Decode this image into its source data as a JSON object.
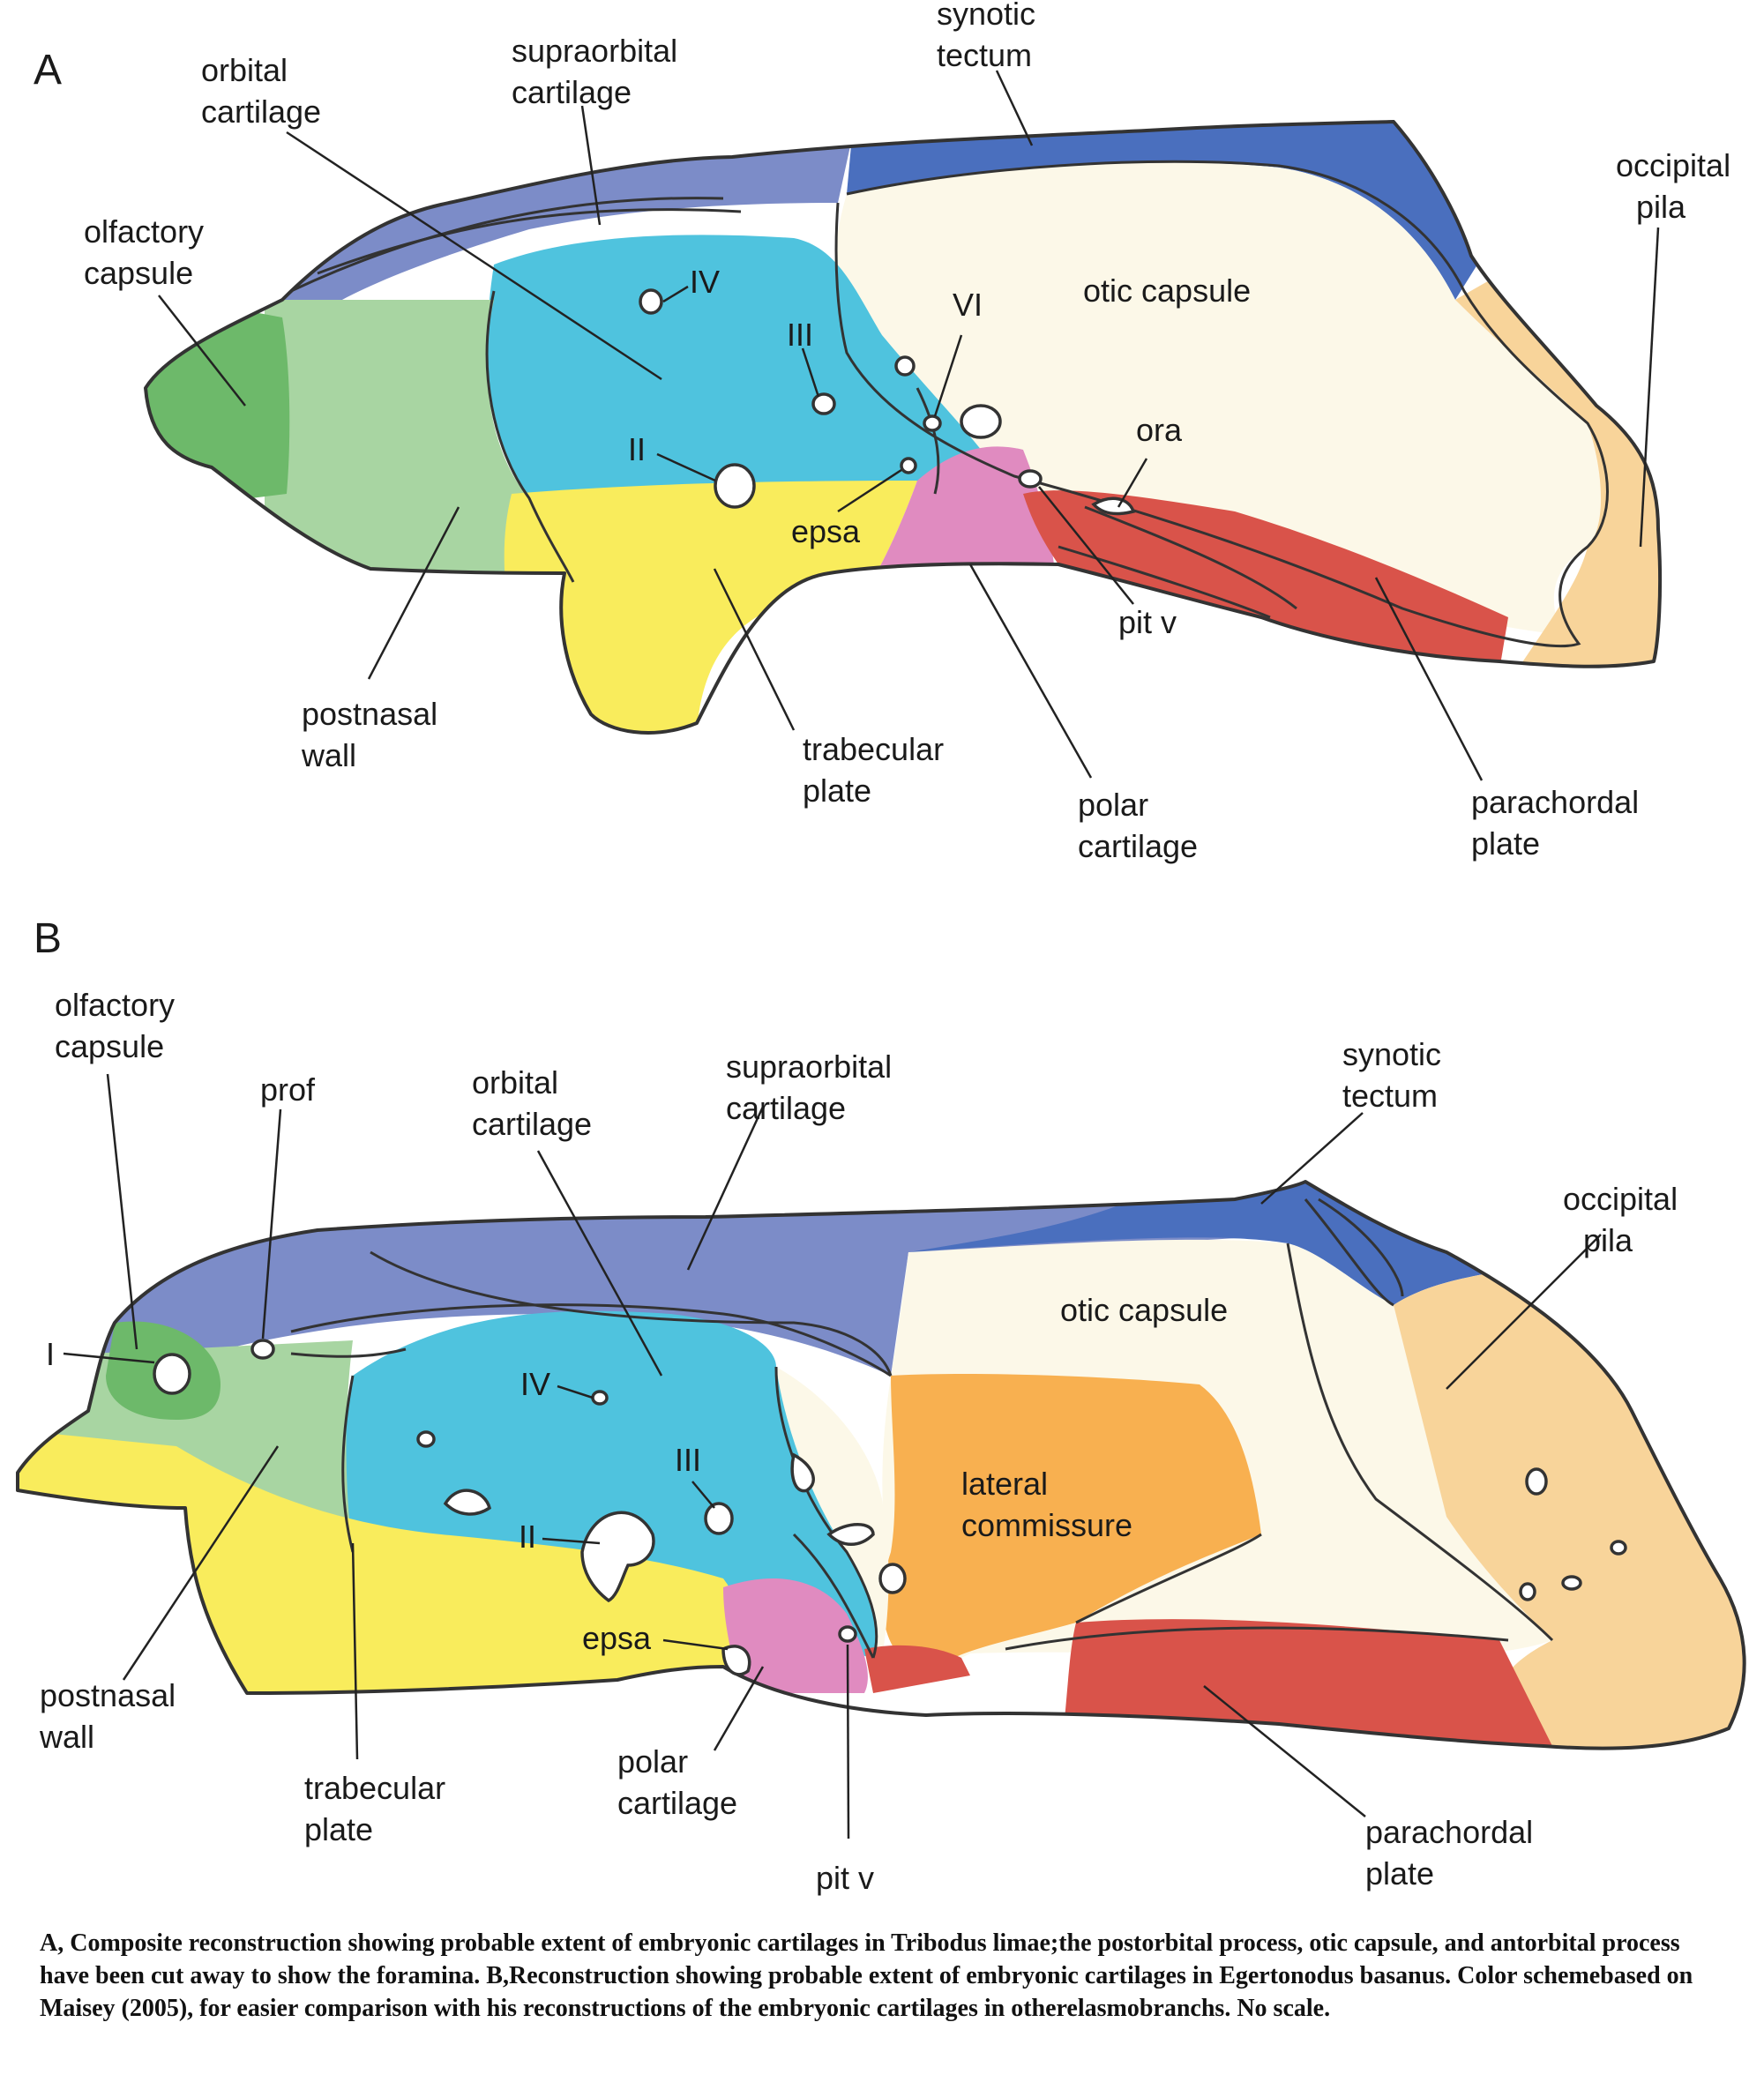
{
  "colors": {
    "olfactory": "#6db96a",
    "postnasal": "#a8d5a2",
    "orbital": "#4fc3de",
    "supraorbital": "#7c8cc8",
    "synotic": "#4a6fbe",
    "otic": "#fcf8e8",
    "occipital": "#f8d49a",
    "trabecular": "#f9ec5c",
    "polar": "#e08bc0",
    "parachordal": "#d9534a",
    "lateral": "#f8b050"
  },
  "panel_a": {
    "letter": "A",
    "labels": {
      "orbital": [
        "orbital",
        "cartilage"
      ],
      "supraorbital": [
        "supraorbital",
        "cartilage"
      ],
      "synotic": [
        "synotic",
        "tectum"
      ],
      "occipital": [
        "occipital",
        "pila"
      ],
      "olfactory": [
        "olfactory",
        "capsule"
      ],
      "otic": "otic capsule",
      "iv": "IV",
      "iii": "III",
      "vi": "VI",
      "ii": "II",
      "ora": "ora",
      "epsa": "epsa",
      "pitv": "pit v",
      "postnasal": [
        "postnasal",
        "wall"
      ],
      "trabecular": [
        "trabecular",
        "plate"
      ],
      "polar": [
        "polar",
        "cartilage"
      ],
      "parachordal": [
        "parachordal",
        "plate"
      ]
    }
  },
  "panel_b": {
    "letter": "B",
    "labels": {
      "olfactory": [
        "olfactory",
        "capsule"
      ],
      "prof": "prof",
      "orbital": [
        "orbital",
        "cartilage"
      ],
      "supraorbital": [
        "supraorbital",
        "cartilage"
      ],
      "synotic": [
        "synotic",
        "tectum"
      ],
      "occipital": [
        "occipital",
        "pila"
      ],
      "otic": "otic capsule",
      "i": "I",
      "iv": "IV",
      "iii": "III",
      "ii": "II",
      "lateral": [
        "lateral",
        "commissure"
      ],
      "epsa": "epsa",
      "postnasal": [
        "postnasal",
        "wall"
      ],
      "trabecular": [
        "trabecular",
        "plate"
      ],
      "polar": [
        "polar",
        "cartilage"
      ],
      "pitv": "pit v",
      "parachordal": [
        "parachordal",
        "plate"
      ]
    }
  },
  "caption": "A, Composite reconstruction showing probable extent of embryonic cartilages in Tribodus limae;the postorbital process, otic capsule, and antorbital process have been cut away to show the foramina. B,Reconstruction showing probable extent of embryonic cartilages in Egertonodus basanus. Color schemebased on Maisey (2005), for easier comparison with his reconstructions of the embryonic cartilages in otherelasmobranchs. No scale."
}
